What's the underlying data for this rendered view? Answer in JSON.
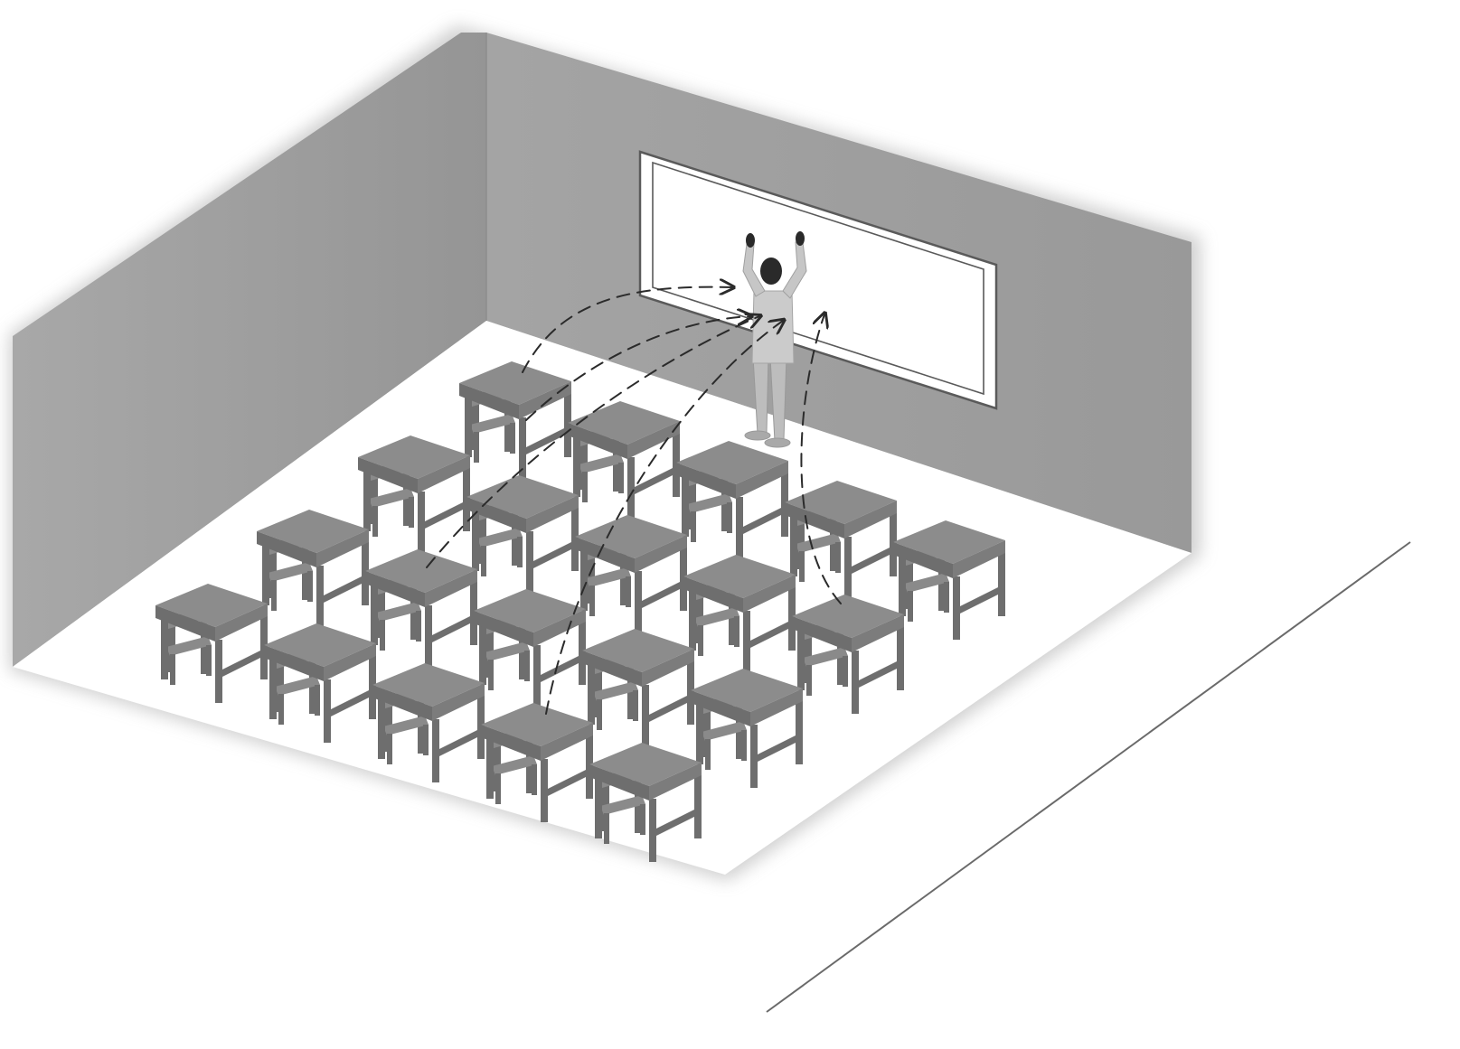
{
  "scene": {
    "subject": "classroom",
    "figure": "teacher-with-raised-arms",
    "desk_rows": 4,
    "desk_cols": 5,
    "desk_count": 20,
    "attention_arrow_count": 5,
    "colors": {
      "wall": "#9c9c9c",
      "wall_dark": "#8e8e8e",
      "floor": "#ffffff",
      "desk_top": "#8c8c8c",
      "desk_side": "#6e6e6e",
      "chair": "#8a8a8a",
      "board": "#ffffff",
      "board_frame": "#5a5a5a",
      "arrow": "#2b2b2b",
      "person": "#c4c4c4",
      "hair": "#2a2a2a"
    }
  }
}
